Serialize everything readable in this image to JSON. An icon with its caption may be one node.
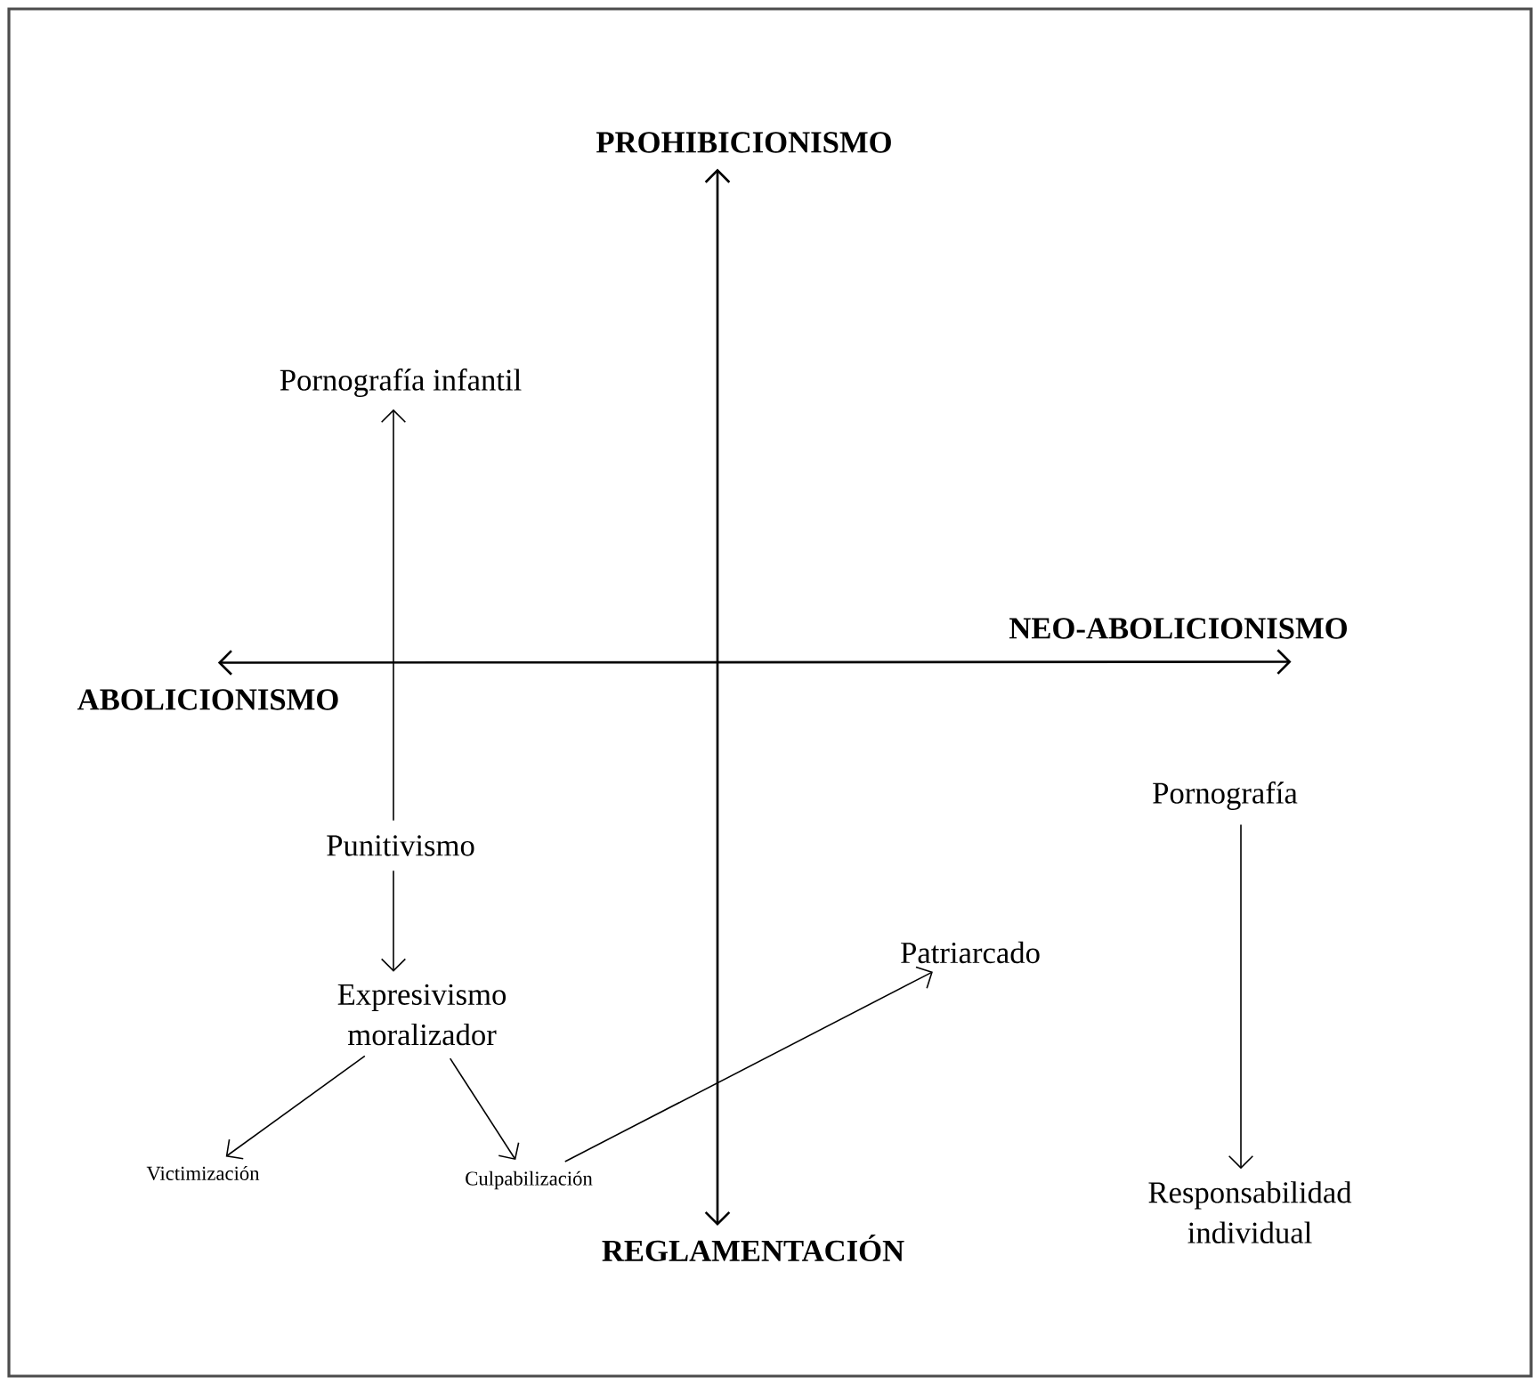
{
  "diagram": {
    "nodes": [
      {
        "text": [
          "PROHIBICIONISMO"
        ]
      },
      {
        "text": [
          "Pornografía infantil"
        ]
      },
      {
        "text": [
          "NEO-ABOLICIONISMO"
        ]
      },
      {
        "text": [
          "ABOLICIONISMO"
        ]
      },
      {
        "text": [
          "Punitivismo"
        ]
      },
      {
        "text": [
          "Pornografía"
        ]
      },
      {
        "text": [
          "Patriarcado"
        ]
      },
      {
        "text": [
          "Expresivismo moralizador"
        ]
      },
      {
        "text": [
          "Victimización"
        ]
      },
      {
        "text": [
          "Culpabilización"
        ]
      },
      {
        "text": [
          "REGLAMENTACIÓN"
        ]
      },
      {
        "text": [
          "Responsabilidad individual"
        ]
      }
    ],
    "edges": [
      {
        "from": 0,
        "to": 10,
        "arrow": "both"
      },
      {
        "from": 3,
        "to": 2,
        "arrow": "both"
      },
      {
        "from": 4,
        "to": 1,
        "arrow": "to"
      },
      {
        "from": 4,
        "to": 7,
        "arrow": "to"
      },
      {
        "from": 7,
        "to": 8,
        "arrow": "to"
      },
      {
        "from": 7,
        "to": 9,
        "arrow": "to"
      },
      {
        "from": 9,
        "to": 6,
        "arrow": "to"
      },
      {
        "from": 5,
        "to": 11,
        "arrow": "to"
      }
    ]
  }
}
